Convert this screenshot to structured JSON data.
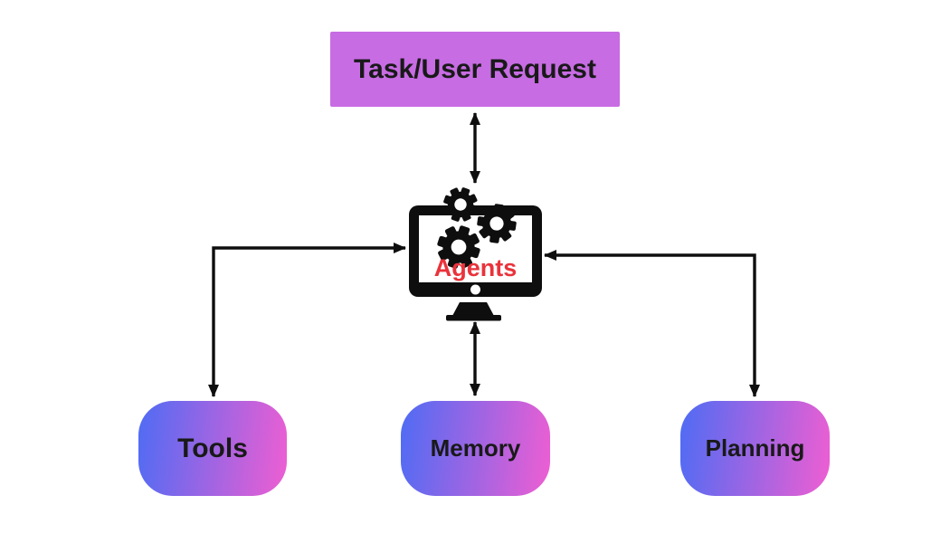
{
  "colors": {
    "background": "#ffffff",
    "ink": "#0e0e0e",
    "task-box": "#c76ce3",
    "grad-from": "#4e6cf4",
    "grad-to": "#ef5ed2",
    "accent-red": "#e9333b",
    "label-ink": "#191919"
  },
  "diagram": {
    "task_box": {
      "label": "Task/User Request"
    },
    "agent": {
      "label": "Agents",
      "icon": "computer-monitor-with-gears-icon"
    },
    "bottom_boxes": [
      {
        "label": "Tools"
      },
      {
        "label": "Memory"
      },
      {
        "label": "Planning"
      }
    ],
    "connections": [
      {
        "from": "Task/User Request",
        "to": "Agents",
        "style": "double-headed-vertical-arrow"
      },
      {
        "from": "Agents",
        "to": "Tools",
        "style": "double-headed-elbow-arrow"
      },
      {
        "from": "Agents",
        "to": "Memory",
        "style": "double-headed-vertical-arrow"
      },
      {
        "from": "Agents",
        "to": "Planning",
        "style": "double-headed-elbow-arrow"
      }
    ]
  }
}
